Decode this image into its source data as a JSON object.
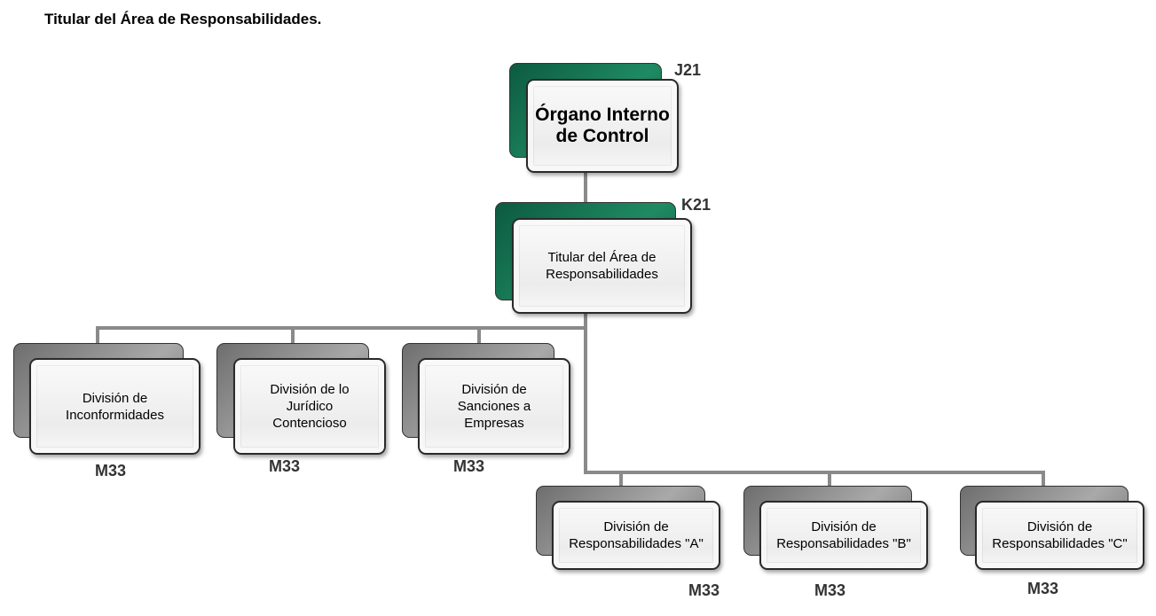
{
  "title": "Titular del Área de Responsabilidades.",
  "nodes": {
    "oic": {
      "label": "Órgano Interno de Control",
      "code": "J21"
    },
    "titular": {
      "label": "Titular del Área de Responsabilidades",
      "code": "K21"
    },
    "inconformidades": {
      "label": "División de Inconformidades",
      "code": "M33"
    },
    "juridico": {
      "label": "División de lo Jurídico Contencioso",
      "code": "M33"
    },
    "sanciones": {
      "label": "División de Sanciones a Empresas",
      "code": "M33"
    },
    "resp_a": {
      "label": "División de Responsabilidades \"A\"",
      "code": "M33"
    },
    "resp_b": {
      "label": "División de Responsabilidades \"B\"",
      "code": "M33"
    },
    "resp_c": {
      "label": "División de Responsabilidades \"C\"",
      "code": "M33"
    }
  },
  "colors": {
    "accent": "#1f8b63",
    "secondary": "#a9a9a9",
    "connector": "#8a8a8a"
  }
}
